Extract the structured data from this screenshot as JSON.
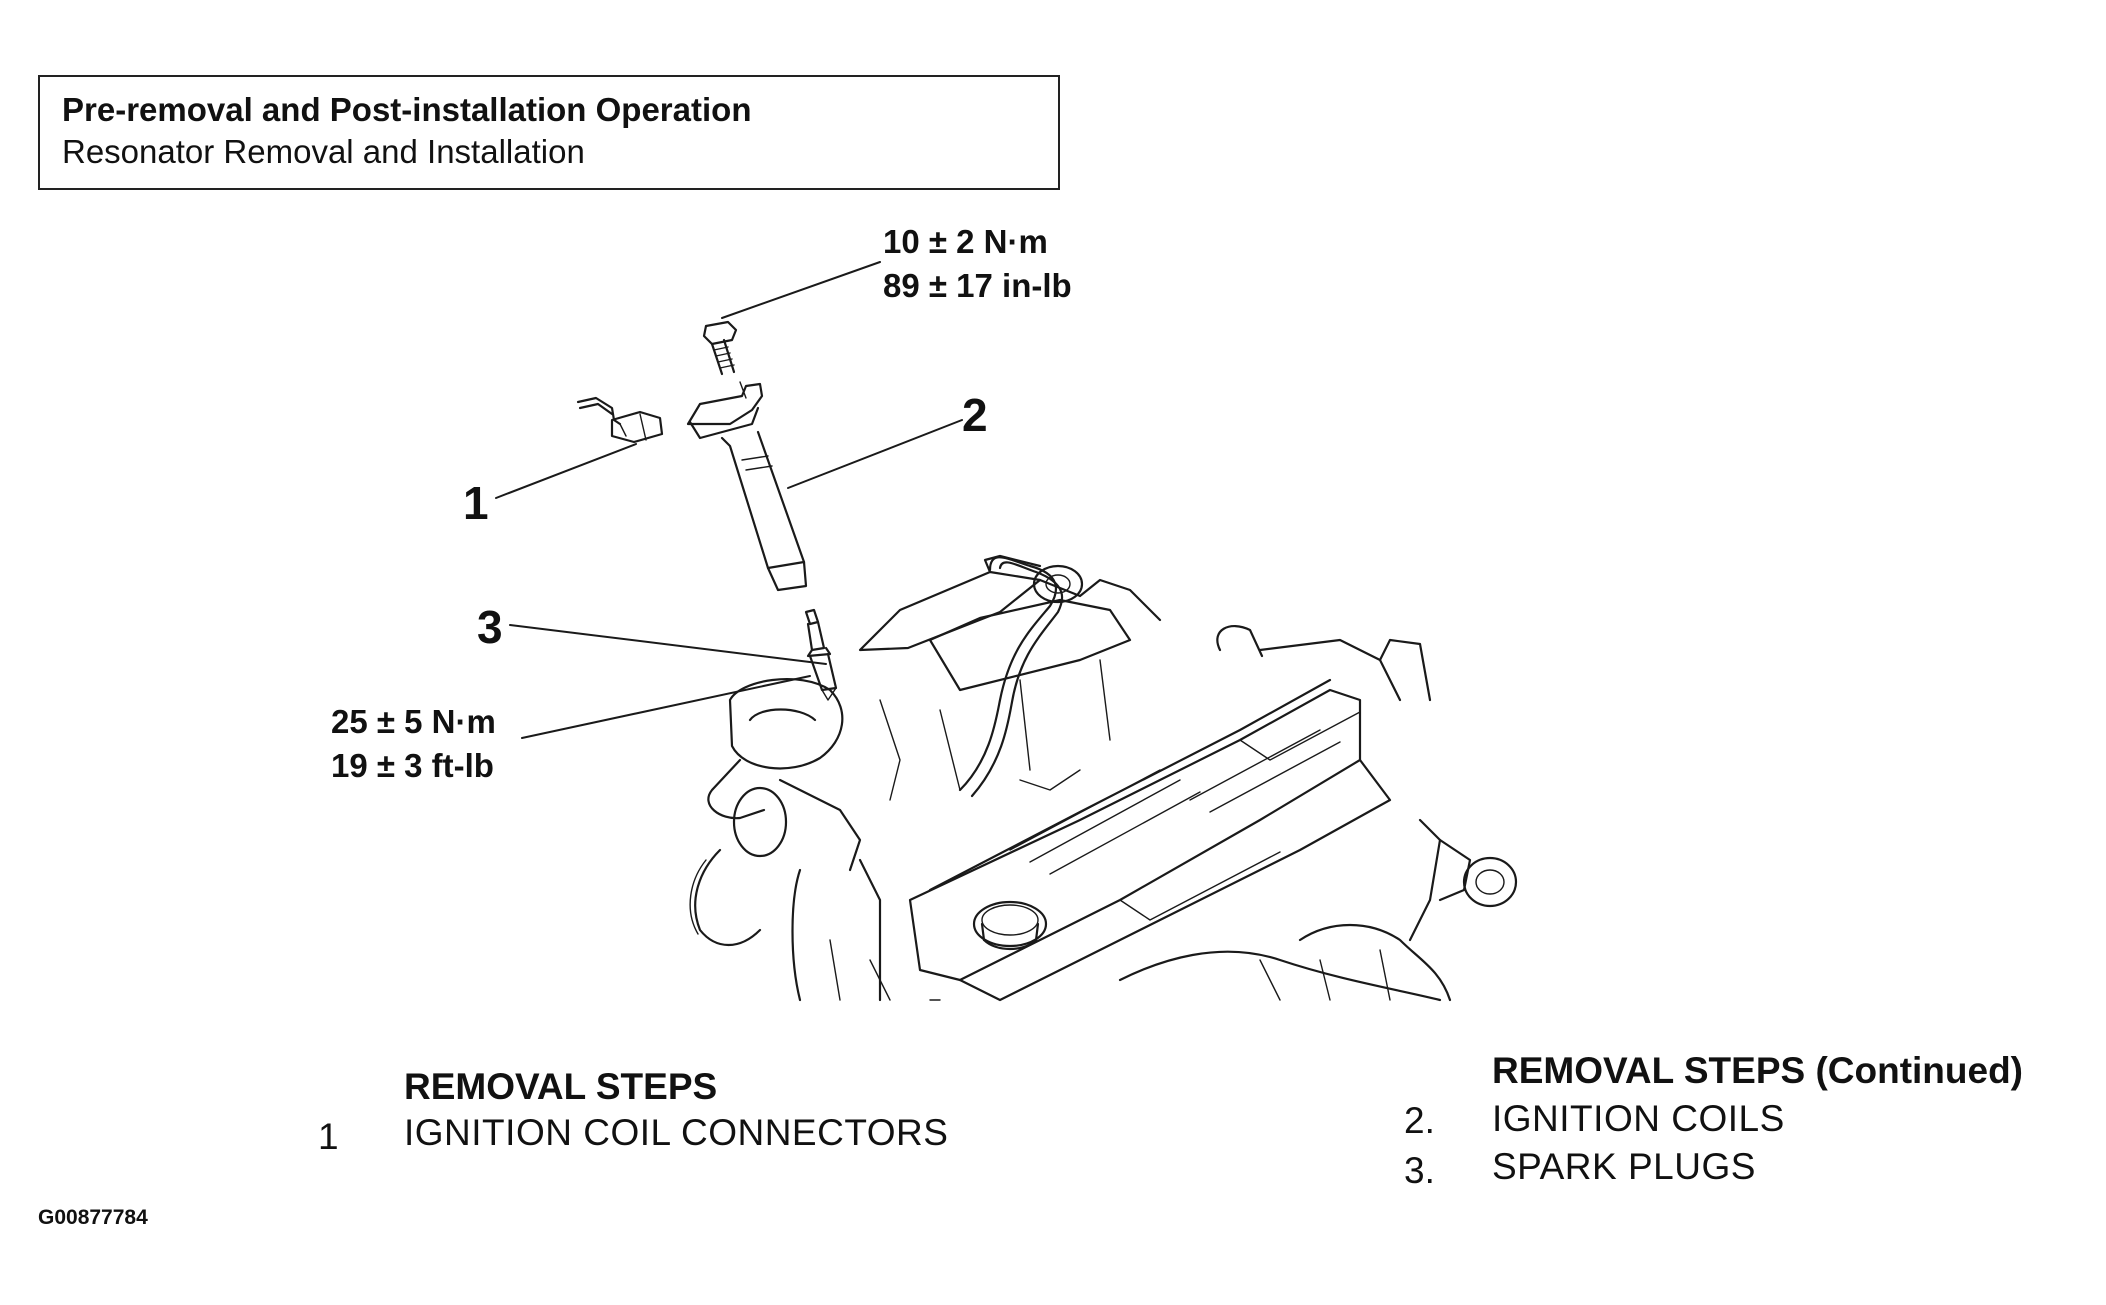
{
  "header": {
    "title": "Pre-removal and Post-installation Operation",
    "subtitle": "Resonator Removal and Installation"
  },
  "callouts": {
    "c1": "1",
    "c2": "2",
    "c3": "3"
  },
  "torque_specs": {
    "coil_bolt": {
      "metric": "10 ± 2 N·m",
      "imperial": "89 ± 17 in-lb"
    },
    "spark_plug": {
      "metric": "25 ± 5 N·m",
      "imperial": "19 ± 3 ft-lb"
    }
  },
  "removal_steps": {
    "heading": "REMOVAL STEPS",
    "items": [
      {
        "num": "1",
        "text": "IGNITION COIL CONNECTORS"
      }
    ]
  },
  "removal_steps_continued": {
    "heading": "REMOVAL STEPS (Continued)",
    "items": [
      {
        "num": "2.",
        "text": "IGNITION COILS"
      },
      {
        "num": "3.",
        "text": "SPARK PLUGS"
      }
    ]
  },
  "figure_id": "G00877784"
}
